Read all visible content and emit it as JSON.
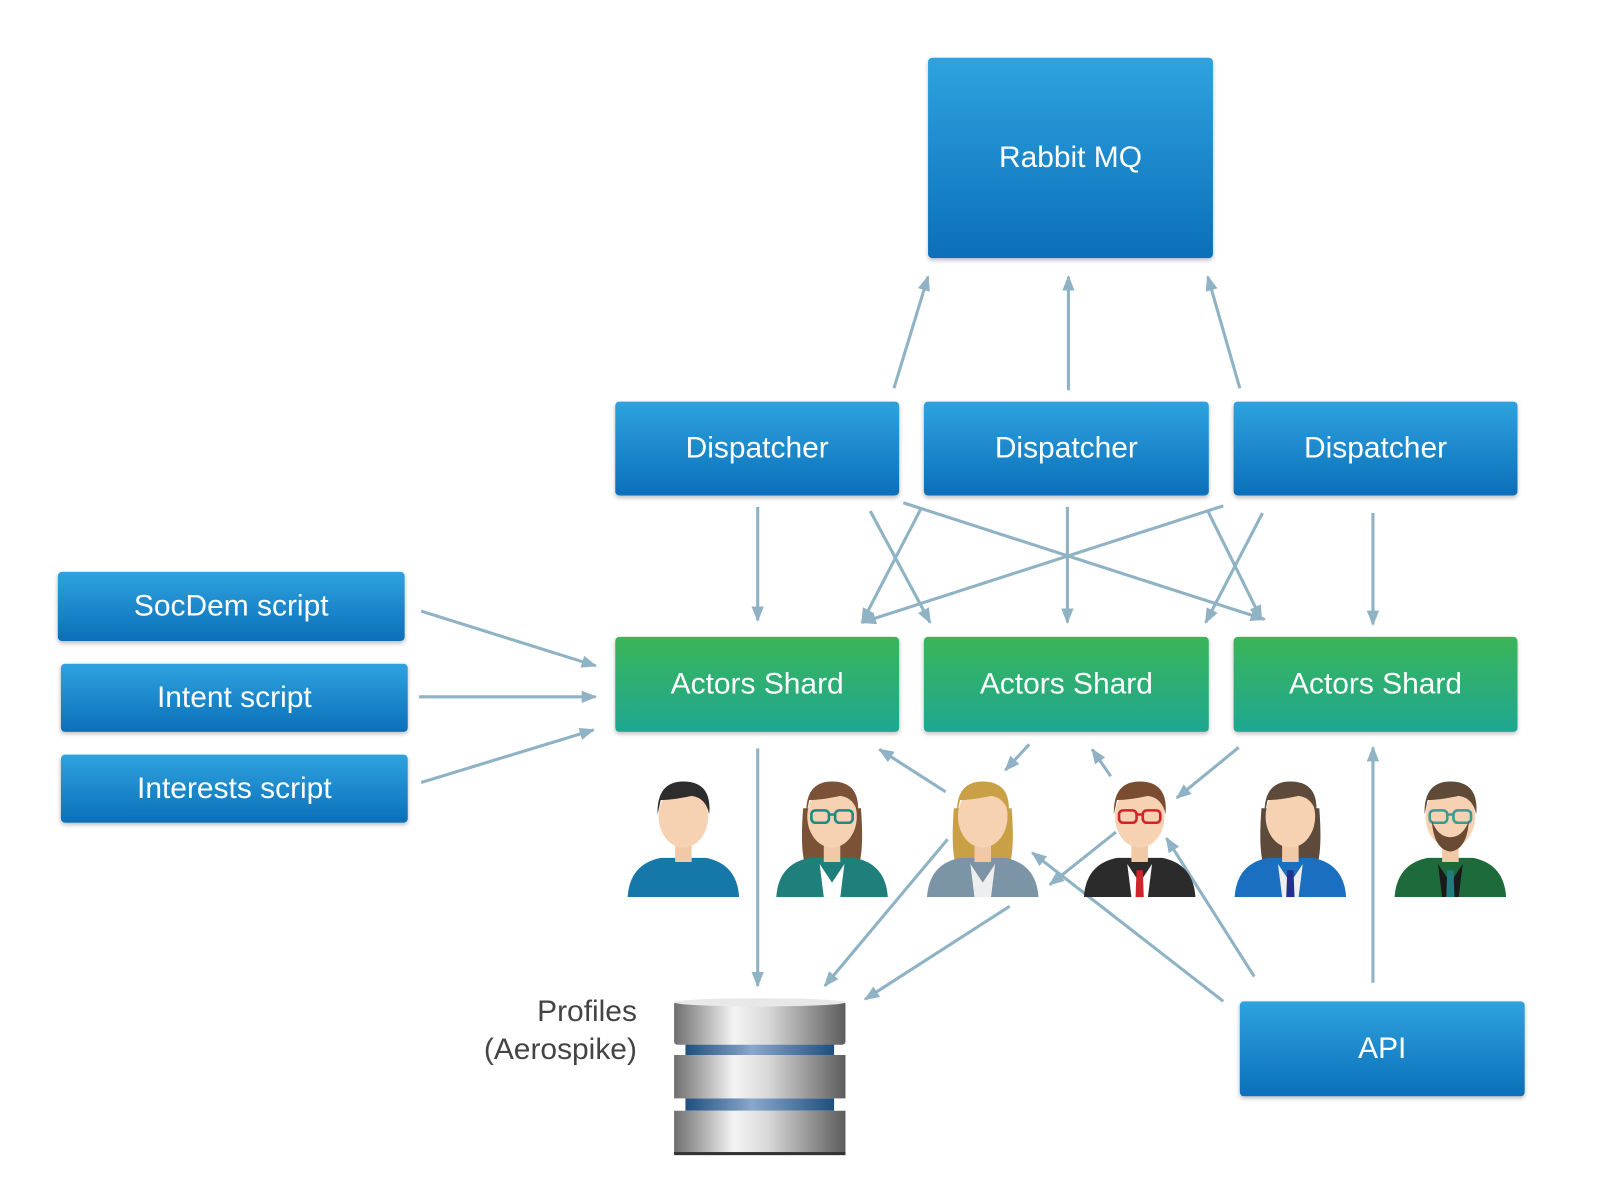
{
  "rabbit": {
    "label": "Rabbit MQ"
  },
  "dispatchers": [
    {
      "label": "Dispatcher"
    },
    {
      "label": "Dispatcher"
    },
    {
      "label": "Dispatcher"
    }
  ],
  "shards": [
    {
      "label": "Actors Shard"
    },
    {
      "label": "Actors Shard"
    },
    {
      "label": "Actors Shard"
    }
  ],
  "scripts": [
    {
      "label": "SocDem script"
    },
    {
      "label": "Intent script"
    },
    {
      "label": "Interests script"
    }
  ],
  "api": {
    "label": "API"
  },
  "database": {
    "label_line1": "Profiles",
    "label_line2": "(Aerospike)",
    "icon": "database-icon"
  },
  "people": [
    "user-icon",
    "user-glasses-female-icon",
    "user-blonde-female-icon",
    "user-businessman-icon",
    "user-female-icon",
    "user-bearded-icon"
  ],
  "colors": {
    "box_blue": "#1a8ad0",
    "box_green": "#2fae74",
    "arrow": "#8fb3c4"
  }
}
